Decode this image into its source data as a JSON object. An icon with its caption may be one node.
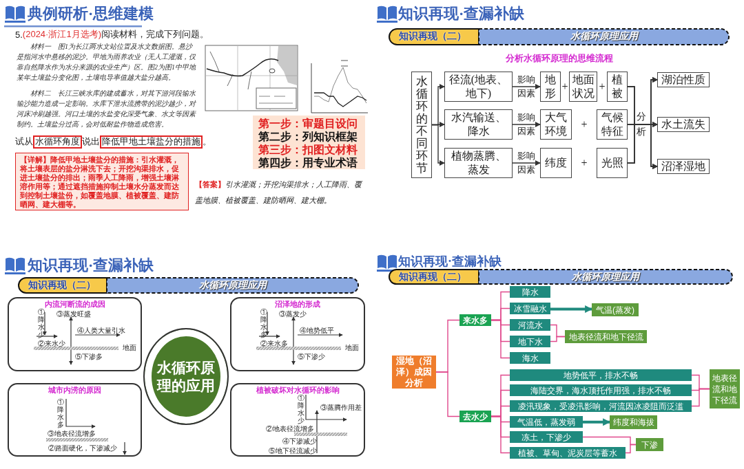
{
  "diagram": {
    "nodes": [
      {
        "text": [
          "水循环角度"
        ]
      },
      {
        "text": [
          "降低甲地土壤盐分的措施"
        ]
      },
      {
        "text": [
          "【详解】降低甲地土壤盐分的措施：引水灌溉，将土壤表层的盐分淋洗下去；开挖沟渠排水，促进土壤盐分的排出；雨季人工降雨，增强土壤淋溶作用等；通过遮挡措施抑制土壤水分蒸发而达到控制土壤盐份，如覆盖地膜、植被覆盖、建防晒网、建大棚等。"
        ]
      },
      {
        "text": [
          "第一步：审题目设问",
          "第二步：列知识框架",
          "第三步：扣图文材料",
          "第四步：用专业术语"
        ]
      },
      {
        "text": [
          "水循环的不同环节"
        ]
      },
      {
        "text": [
          "径流(地表、地下)"
        ]
      },
      {
        "text": [
          "水汽输送、降水"
        ]
      },
      {
        "text": [
          "植物蒸腾、蒸发"
        ]
      },
      {
        "text": [
          "地形"
        ]
      },
      {
        "text": [
          "地面状况"
        ]
      },
      {
        "text": [
          "植被"
        ]
      },
      {
        "text": [
          "大气环境"
        ]
      },
      {
        "text": [
          "气候特征"
        ]
      },
      {
        "text": [
          "纬度"
        ]
      },
      {
        "text": [
          "光照"
        ]
      },
      {
        "text": [
          "湖泊性质"
        ]
      },
      {
        "text": [
          "水土流失"
        ]
      },
      {
        "text": [
          "沼泽湿地"
        ]
      },
      {
        "text": [
          "内流河断流的成因",
          "①降水少",
          "③蒸发旺盛",
          "④人类大量引水",
          "②来水少",
          "地面",
          "⑤下渗多"
        ]
      },
      {
        "text": [
          "沼泽地的形成",
          "①降水多",
          "③蒸发少",
          "④地势低平",
          "②来水多",
          "地面",
          "⑤下渗少"
        ]
      },
      {
        "text": [
          "水循环原理的应用"
        ]
      },
      {
        "text": [
          "城市内涝的原因",
          "①降水多",
          "③地表径流增多",
          "②路面硬化，下渗减少"
        ]
      },
      {
        "text": [
          "植被破坏对水循环的影响",
          "①降水少",
          "③蒸腾作用差",
          "②地表径流增多",
          "④下渗减少",
          "⑤地下径流减少"
        ]
      },
      {
        "text": [
          "湿地（沼泽）成因分析"
        ]
      },
      {
        "text": [
          "来水多"
        ]
      },
      {
        "text": [
          "降水"
        ]
      },
      {
        "text": [
          "冰雪融水"
        ]
      },
      {
        "text": [
          "气温(蒸发)"
        ]
      },
      {
        "text": [
          "河流水"
        ]
      },
      {
        "text": [
          "地下水"
        ]
      },
      {
        "text": [
          "地表径流和地下径流"
        ]
      },
      {
        "text": [
          "海水"
        ]
      },
      {
        "text": [
          "去水少"
        ]
      },
      {
        "text": [
          "地势低平，排水不畅"
        ]
      },
      {
        "text": [
          "海陆交界，海水顶托作用强，排水不畅"
        ]
      },
      {
        "text": [
          "凌汛现象，受凌汛影响，河流因冰凌阻而泛滥"
        ]
      },
      {
        "text": [
          "地表径流和地下径流"
        ]
      },
      {
        "text": [
          "气温低，蒸发弱"
        ]
      },
      {
        "text": [
          "纬度和海拔"
        ]
      },
      {
        "text": [
          "冻土，下渗少"
        ]
      },
      {
        "text": [
          "植被、草甸、泥炭层等蓄水"
        ]
      },
      {
        "text": [
          "下渗"
        ]
      }
    ],
    "edges": [
      {
        "from": 4,
        "to": 5,
        "arrow": "to",
        "color": "#333333"
      },
      {
        "from": 4,
        "to": 6,
        "arrow": "to",
        "color": "#333333"
      },
      {
        "from": 4,
        "to": 7,
        "arrow": "to",
        "color": "#333333"
      },
      {
        "from": 5,
        "to": 8,
        "arrow": "to",
        "label": "影响因素",
        "color": "#333333"
      },
      {
        "from": 6,
        "to": 11,
        "arrow": "to",
        "label": "影响因素",
        "color": "#333333"
      },
      {
        "from": 7,
        "to": 13,
        "arrow": "to",
        "label": "影响因素",
        "color": "#333333"
      },
      {
        "from": 10,
        "to": 15,
        "arrow": "to",
        "color": "#333333"
      },
      {
        "from": 10,
        "to": 16,
        "arrow": "to",
        "color": "#333333"
      },
      {
        "from": 10,
        "to": 17,
        "arrow": "to",
        "color": "#333333"
      },
      {
        "from": 12,
        "to": 15,
        "arrow": "to",
        "color": "#333333"
      },
      {
        "from": 12,
        "to": 16,
        "arrow": "to",
        "color": "#333333"
      },
      {
        "from": 12,
        "to": 17,
        "arrow": "to",
        "color": "#333333"
      },
      {
        "from": 14,
        "to": 15,
        "arrow": "to",
        "color": "#333333"
      },
      {
        "from": 14,
        "to": 16,
        "arrow": "to",
        "color": "#333333"
      },
      {
        "from": 14,
        "to": 17,
        "arrow": "to",
        "color": "#333333"
      },
      {
        "from": 23,
        "to": 24,
        "arrow": "none"
      },
      {
        "from": 23,
        "to": 32,
        "arrow": "none"
      },
      {
        "from": 24,
        "to": 25,
        "arrow": "none"
      },
      {
        "from": 24,
        "to": 26,
        "arrow": "none"
      },
      {
        "from": 24,
        "to": 28,
        "arrow": "none"
      },
      {
        "from": 24,
        "to": 29,
        "arrow": "none"
      },
      {
        "from": 24,
        "to": 31,
        "arrow": "none"
      },
      {
        "from": 32,
        "to": 33,
        "arrow": "none"
      },
      {
        "from": 32,
        "to": 34,
        "arrow": "none"
      },
      {
        "from": 32,
        "to": 35,
        "arrow": "none"
      },
      {
        "from": 32,
        "to": 37,
        "arrow": "none"
      },
      {
        "from": 32,
        "to": 39,
        "arrow": "none"
      },
      {
        "from": 32,
        "to": 40,
        "arrow": "none"
      },
      {
        "from": 26,
        "to": 27,
        "arrow": "to",
        "style": "thick",
        "color": "#1f8a7e"
      },
      {
        "from": 28,
        "to": 30,
        "arrow": "none"
      },
      {
        "from": 29,
        "to": 30,
        "arrow": "none"
      },
      {
        "from": 33,
        "to": 36,
        "arrow": "none"
      },
      {
        "from": 34,
        "to": 36,
        "arrow": "none"
      },
      {
        "from": 35,
        "to": 36,
        "arrow": "none"
      },
      {
        "from": 37,
        "to": 38,
        "arrow": "to",
        "style": "thick",
        "color": "#1f8a7e"
      },
      {
        "from": 39,
        "to": 41,
        "arrow": "none"
      },
      {
        "from": 40,
        "to": 41,
        "arrow": "none"
      }
    ],
    "labels": [
      "典例研析·思维建模",
      "5.",
      "(2024·浙江1月选考)",
      "阅读材料，完成下列问题。",
      "材料一　图1为长江两水文站位置及水文数据图。悬沙是指河水中悬移的泥沙。甲地为雨养农业（无人工灌溉，仅靠自然降水作为水分来源的农业生产）区。图2为图1中甲地某年土壤盐分变化图，土壤电导率值越大盐分越高。",
      "材料二　长江三峡水库的建成蓄水，对其下游河段输水输沙能力造成一定影响。水库下泄水流携带的泥沙越少，对河床冲刷越强。河口土壤的水盐变化深受气象、水文等因素制约。土壤盐分过高，会对低耐盐作物造成危害。",
      "试从",
      "说出",
      "。",
      "【答案】",
      "引水灌溉；开挖沟渠排水；人工降雨、覆盖地膜、植被覆盖、建防晒网、建大棚。",
      "知识再现·查漏补缺",
      "知识再现（二）",
      "水循环原理应用",
      "分析水循环原理的思维流程",
      "+",
      "+",
      "+",
      "+",
      "分析",
      "知识再现·查漏补缺",
      "知识再现（二）",
      "水循环原理应用",
      "知识再现·查漏补缺",
      "知识再现（二）",
      "水循环原理应用"
    ]
  }
}
